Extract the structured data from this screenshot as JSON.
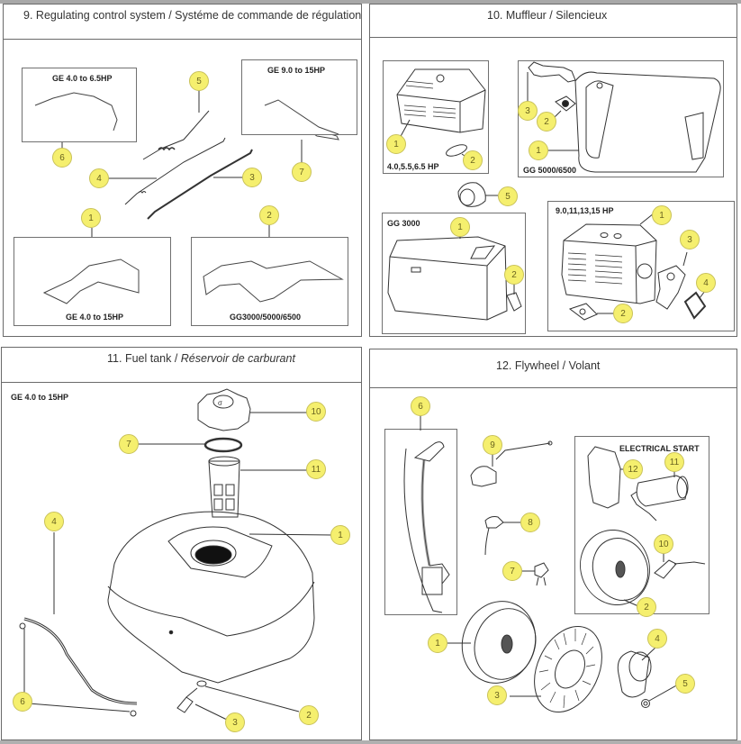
{
  "document": {
    "callout_color": "#f5ef6e",
    "panels": [
      {
        "id": "regulating",
        "number": "9.",
        "title": "Regulating control system",
        "title_fr": "Systéme de commande de régulation",
        "separator": " / ",
        "boxes": [
          {
            "label": "GE 4.0 to 6.5HP"
          },
          {
            "label": "GE 9.0 to 15HP"
          },
          {
            "label": "GE 4.0 to 15HP"
          },
          {
            "label": "GG3000/5000/6500"
          }
        ],
        "callouts": [
          "5",
          "6",
          "4",
          "3",
          "7",
          "1",
          "2"
        ]
      },
      {
        "id": "muffler",
        "number": "10.",
        "title": "Muffleur",
        "title_fr": "Silencieux",
        "separator": " / ",
        "boxes": [
          {
            "label": "4.0,5.5,6.5 HP"
          },
          {
            "label": "GG 5000/6500"
          },
          {
            "label": "GG 3000"
          },
          {
            "label": "9.0,11,13,15 HP"
          }
        ],
        "callouts": [
          "1",
          "2",
          "3",
          "2",
          "1",
          "5",
          "1",
          "2",
          "1",
          "3",
          "4",
          "2"
        ]
      },
      {
        "id": "fuel-tank",
        "number": "11.",
        "title": "Fuel tank",
        "title_fr": "Réservoir de carburant",
        "separator": " / ",
        "boxes": [
          {
            "label": "GE 4.0 to 15HP"
          }
        ],
        "callouts": [
          "10",
          "7",
          "11",
          "4",
          "1",
          "6",
          "3",
          "2"
        ]
      },
      {
        "id": "flywheel",
        "number": "12.",
        "title": "Flywheel",
        "title_fr": "Volant",
        "separator": " / ",
        "boxes": [
          {
            "label": "ELECTRICAL START"
          }
        ],
        "callouts": [
          "6",
          "9",
          "12",
          "11",
          "8",
          "7",
          "10",
          "2",
          "1",
          "4",
          "3",
          "5"
        ]
      }
    ]
  }
}
